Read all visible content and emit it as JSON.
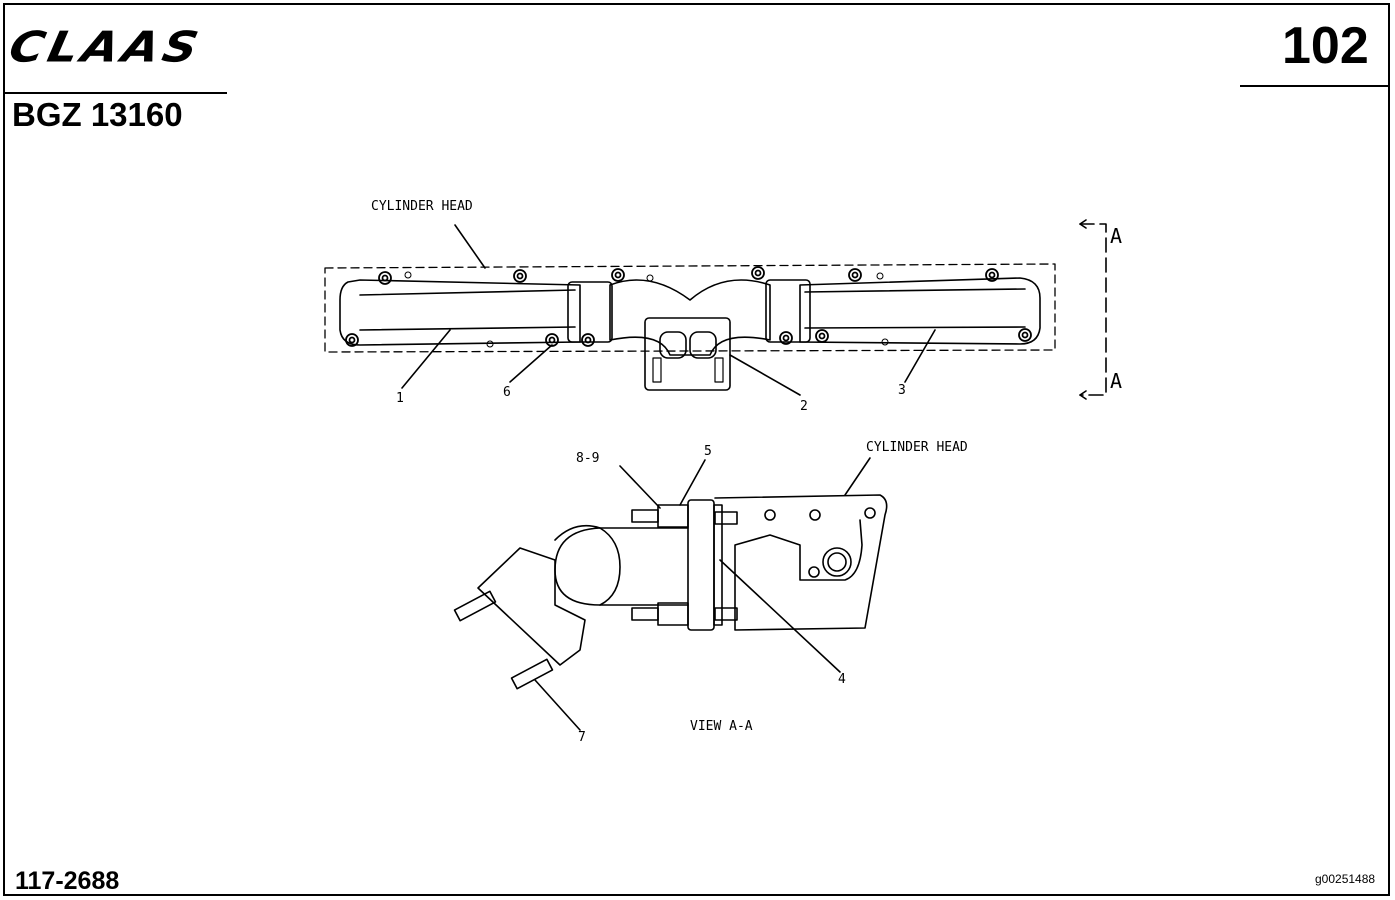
{
  "header": {
    "brand": "CLAAS",
    "doc_code": "BGZ 13160",
    "page_number": "102"
  },
  "footer": {
    "part_number": "117-2688",
    "image_id": "g00251488"
  },
  "diagram": {
    "top_view": {
      "label": "CYLINDER HEAD",
      "section_marker_top": "A",
      "section_marker_bottom": "A",
      "callouts": [
        "1",
        "6",
        "2",
        "3"
      ]
    },
    "side_view": {
      "label": "CYLINDER HEAD",
      "view_label": "VIEW A-A",
      "callouts": [
        "8-9",
        "5",
        "4",
        "7"
      ]
    }
  }
}
